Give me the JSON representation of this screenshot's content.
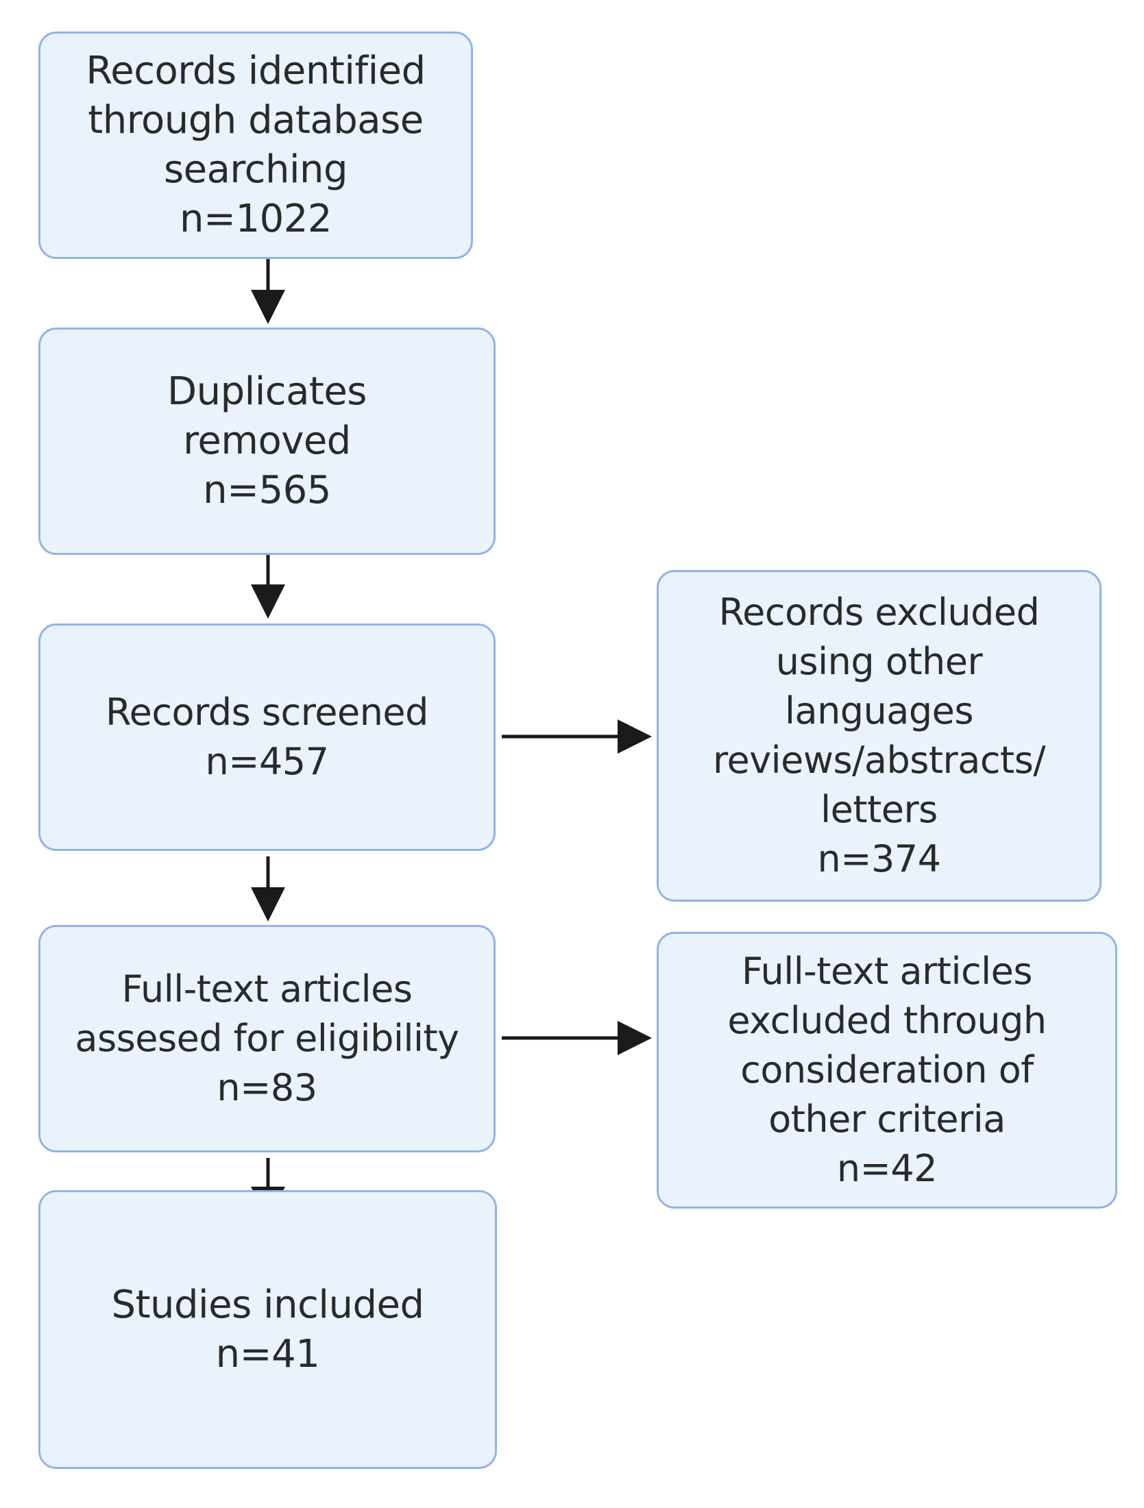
{
  "nodes": {
    "identified": {
      "lines": [
        "Records identified",
        "through database",
        "searching",
        "n=1022"
      ]
    },
    "duplicates": {
      "lines": [
        "Duplicates",
        "removed",
        "n=565"
      ]
    },
    "screened": {
      "lines": [
        "Records screened",
        "n=457"
      ]
    },
    "fulltext": {
      "lines": [
        "Full-text articles",
        "assesed for eligibility",
        "n=83"
      ]
    },
    "included": {
      "lines": [
        "Studies included",
        "n=41"
      ]
    },
    "excluded_language": {
      "lines": [
        "Records excluded",
        "using other",
        "languages",
        "reviews/abstracts/",
        "letters",
        "n=374"
      ]
    },
    "excluded_criteria": {
      "lines": [
        "Full-text articles",
        "excluded through",
        "consideration of",
        "other criteria",
        "n=42"
      ]
    }
  },
  "colors": {
    "box_fill": "#eaf2fc",
    "box_border": "#93b3e6",
    "text": "#2a2a2a",
    "arrow": "#1a1a1a"
  }
}
